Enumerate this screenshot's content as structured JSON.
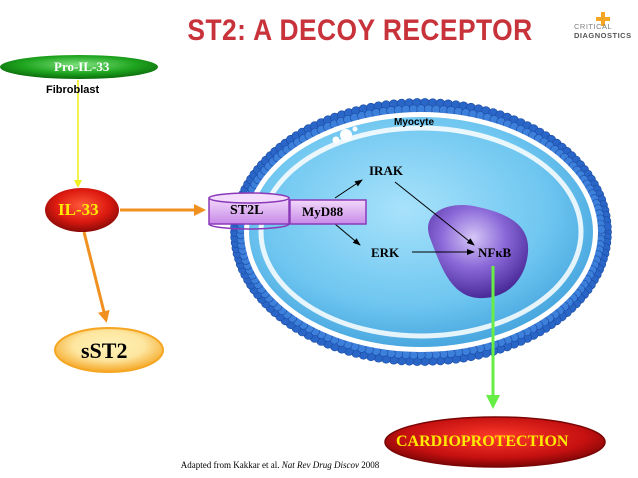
{
  "title": "ST2: A DECOY RECEPTOR",
  "logo": {
    "line1": "CRITICAL",
    "line2": "DIAGNOSTICS"
  },
  "nodes": {
    "pro_il33": "Pro-IL-33",
    "fibroblast": "Fibroblast",
    "il33": "IL-33",
    "sst2": "sST2",
    "st2l": "ST2L",
    "myd88": "MyD88",
    "myocyte": "Myocyte",
    "irak": "IRAK",
    "erk": "ERK",
    "nfkb": "NFκB",
    "cardioprotection": "CARDIOPROTECTION"
  },
  "caption": {
    "prefix": "Adapted from Kakkar et al. ",
    "journal": "Nat Rev Drug Discov",
    "year": " 2008"
  },
  "colors": {
    "title": "#c8323a",
    "green_oval": "#1a9a1a",
    "red_oval": "#cc1111",
    "orange_oval": "#f5a623",
    "cell": "#6ec6f0",
    "membrane": "#2a66c8",
    "receptor": "#d9a8f0",
    "nucleus": "#7a55c8",
    "arrow_yellow": "#f0f020",
    "arrow_orange": "#f09020",
    "arrow_green": "#66ee44"
  }
}
